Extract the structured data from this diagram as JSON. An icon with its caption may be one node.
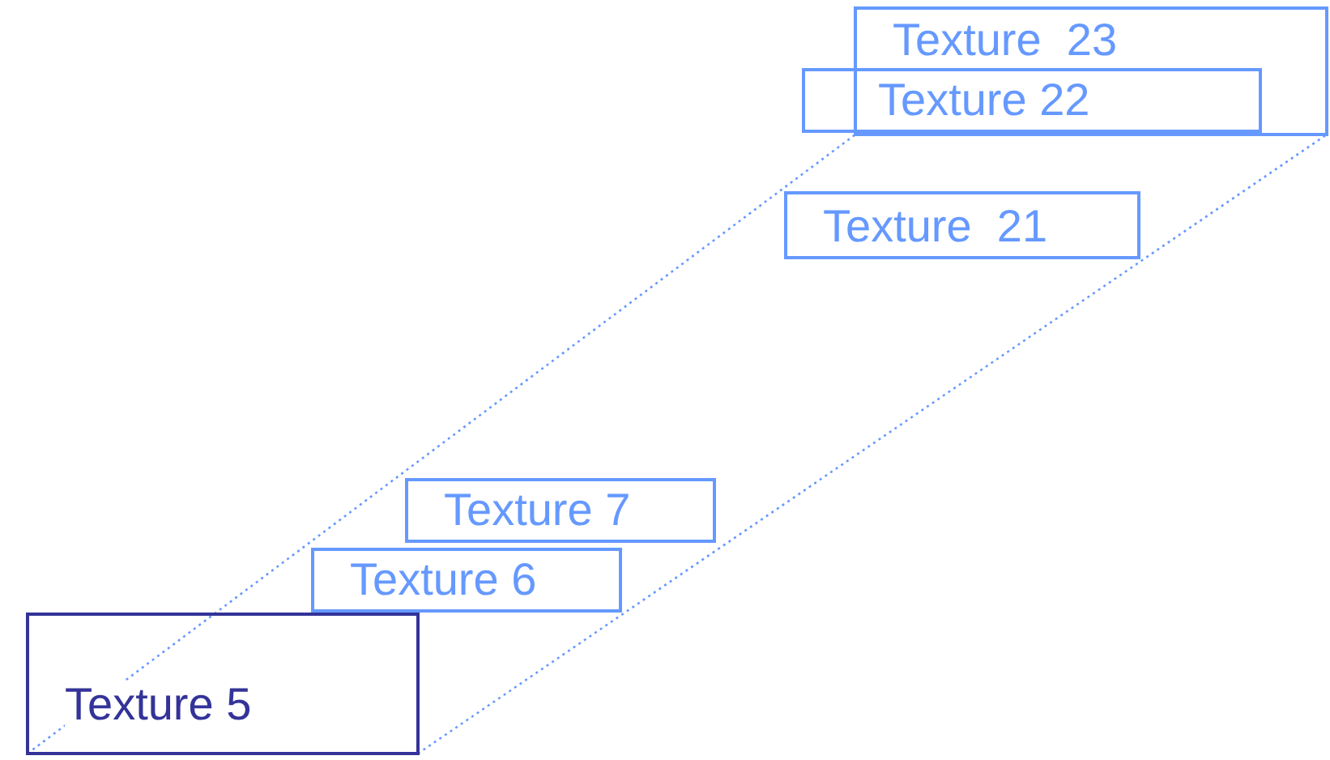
{
  "diagram": {
    "nodes": [
      {
        "text": [
          "Texture  23"
        ]
      },
      {
        "text": [
          "Texture 22"
        ]
      },
      {
        "text": [
          "Texture  21"
        ]
      },
      {
        "text": [
          "Texture 7"
        ]
      },
      {
        "text": [
          "Texture 6"
        ]
      },
      {
        "text": [
          "Texture 5"
        ]
      }
    ],
    "edges": [
      {
        "from": 5,
        "to": 0,
        "arrow": "none",
        "style": "dashed"
      },
      {
        "from": 5,
        "to": 0,
        "arrow": "none",
        "style": "dashed"
      }
    ]
  }
}
